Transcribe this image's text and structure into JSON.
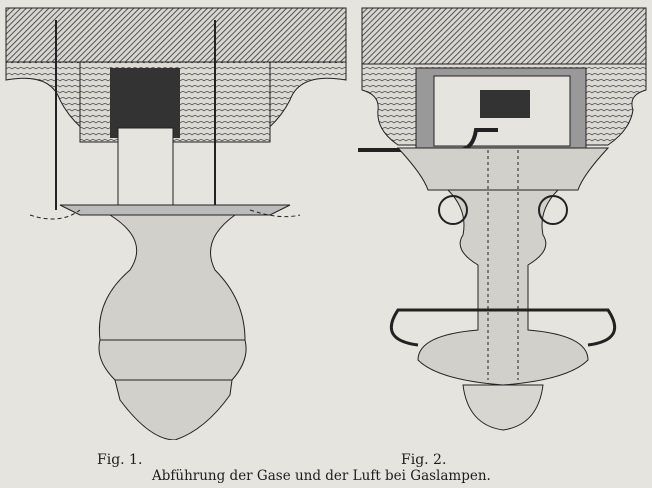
{
  "figures": [
    {
      "label": "Fig. 1."
    },
    {
      "label": "Fig. 2."
    }
  ],
  "caption": "Abführung der Gase und der Luft bei Gaslampen."
}
